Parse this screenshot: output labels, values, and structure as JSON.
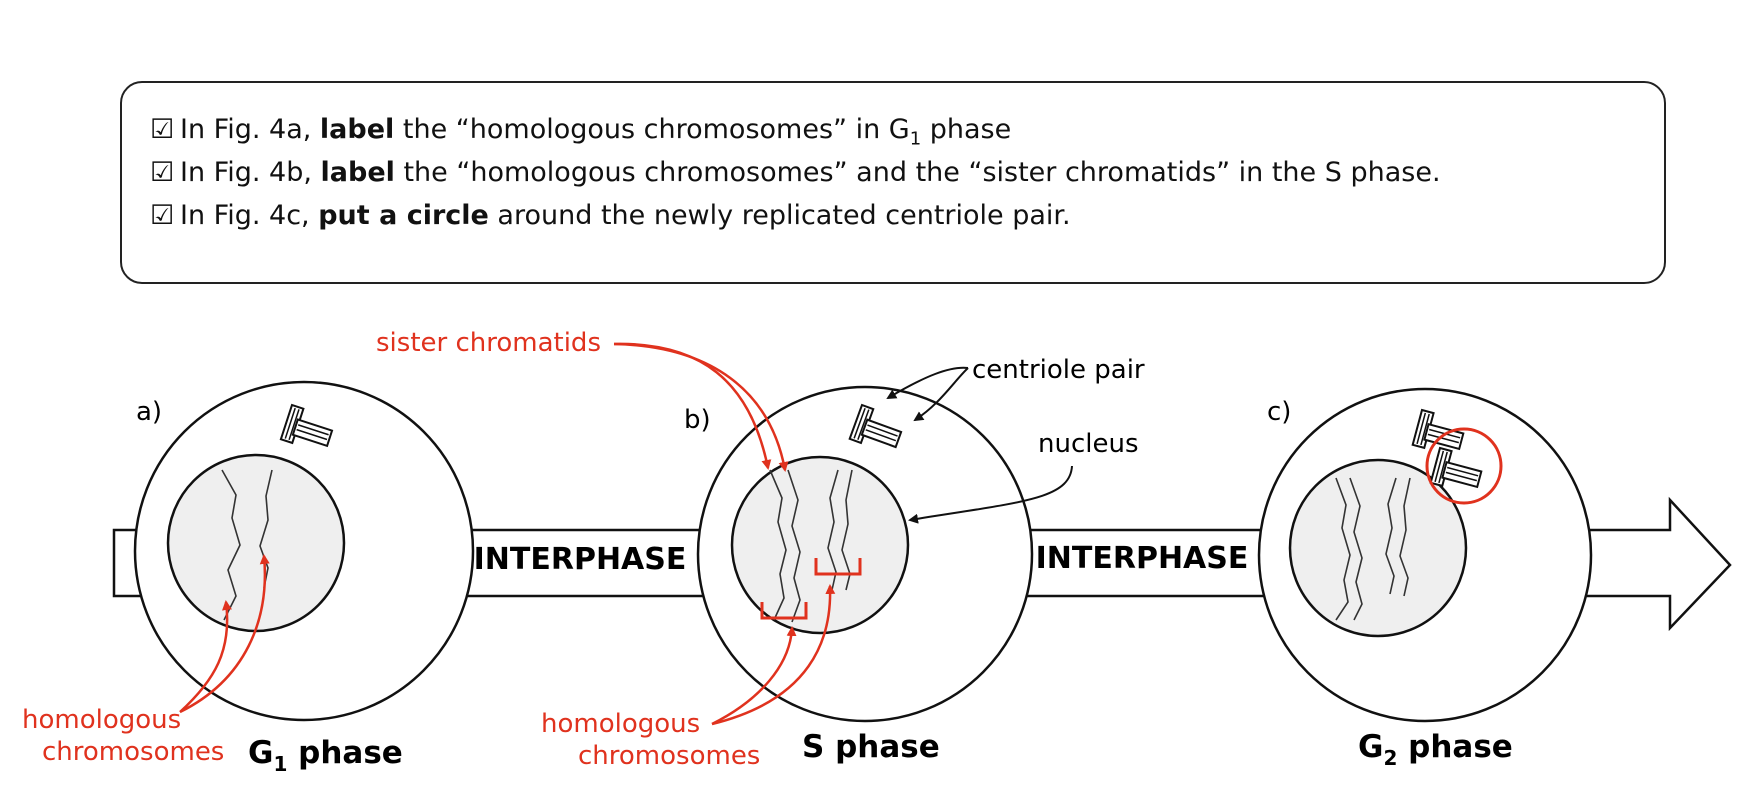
{
  "instructions": [
    {
      "checkbox": "☑",
      "pre": "In Fig. 4a, ",
      "bold": "label",
      "post": " the “homologous chromosomes” in G",
      "sub": "1",
      "tail": " phase"
    },
    {
      "checkbox": "☑",
      "pre": "In Fig. 4b, ",
      "bold": "label",
      "post": " the “homologous chromosomes” and the “sister chromatids” in the S phase.",
      "sub": "",
      "tail": ""
    },
    {
      "checkbox": "☑",
      "pre": "In Fig. 4c, ",
      "bold": "put a circle",
      "post": " around the newly replicated centriole pair.",
      "sub": "",
      "tail": ""
    }
  ],
  "diagram": {
    "band_labels": [
      "INTERPHASE",
      "INTERPHASE"
    ],
    "panel_letters": [
      "a)",
      "b)",
      "c)"
    ],
    "phases": [
      {
        "main": "G",
        "sub": "1",
        "rest": " phase"
      },
      {
        "main": "S phase",
        "sub": "",
        "rest": ""
      },
      {
        "main": "G",
        "sub": "2",
        "rest": " phase"
      }
    ],
    "annotations": {
      "sister_chromatids": "sister chromatids",
      "centriole_pair": "centriole pair",
      "nucleus": "nucleus",
      "homologous_line1": "homologous",
      "homologous_line2": "chromosomes"
    },
    "colors": {
      "annotation": "#e0321e",
      "outline": "#111111",
      "nucleus_fill": "#efefef"
    }
  }
}
